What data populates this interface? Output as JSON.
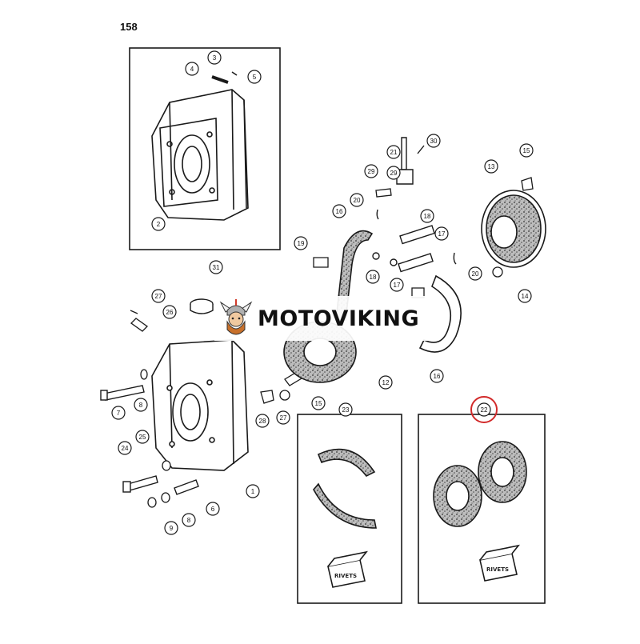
{
  "page": {
    "number": "158"
  },
  "watermark": {
    "brand": "MOTOVIKING"
  },
  "labels": {
    "rivets": "RIVETS",
    "callouts": [
      "1",
      "2",
      "3",
      "4",
      "5",
      "6",
      "7",
      "8",
      "8",
      "9",
      "12",
      "13",
      "14",
      "15",
      "15",
      "16",
      "16",
      "17",
      "17",
      "18",
      "18",
      "19",
      "20",
      "20",
      "21",
      "22",
      "23",
      "24",
      "25",
      "26",
      "27",
      "27",
      "28",
      "29",
      "29",
      "30",
      "31"
    ]
  },
  "highlight": {
    "part": "22",
    "color": "#d22a2a"
  },
  "colors": {
    "ink": "#1a1a1a",
    "paper": "#ffffff",
    "lining": "#8a8a8a"
  }
}
